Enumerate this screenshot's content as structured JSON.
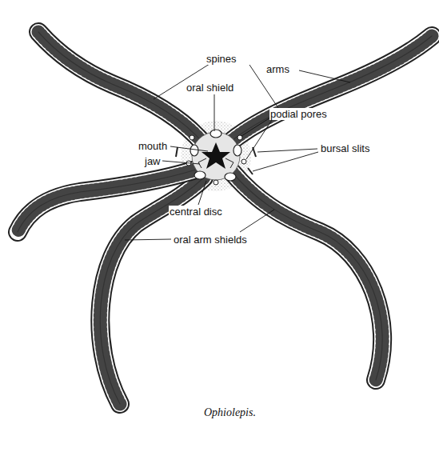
{
  "diagram": {
    "caption": "Ophiolepis.",
    "labels": [
      "spines",
      "arms",
      "oral shield",
      "podial pores",
      "mouth",
      "jaw",
      "bursal slits",
      "central disc",
      "oral arm shields"
    ]
  }
}
